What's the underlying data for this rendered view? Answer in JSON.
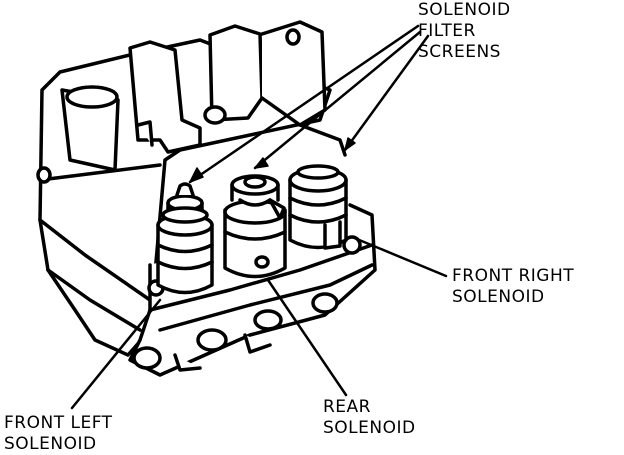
{
  "labels": {
    "filter_screens": [
      "SOLENOID",
      "FILTER",
      "SCREENS"
    ],
    "front_right": [
      "FRONT RIGHT",
      "SOLENOID"
    ],
    "rear": [
      "REAR",
      "SOLENOID"
    ],
    "front_left": [
      "FRONT LEFT",
      "SOLENOID"
    ]
  },
  "colors": {
    "ink": "#000000",
    "paper": "#ffffff"
  }
}
